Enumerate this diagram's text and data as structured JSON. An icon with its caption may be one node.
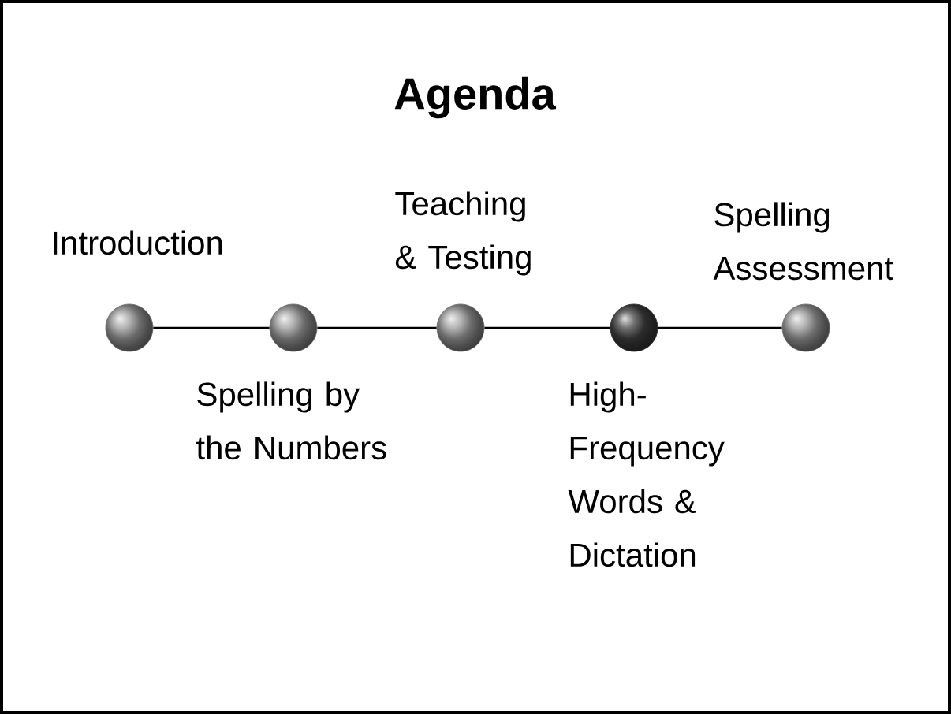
{
  "diagram": {
    "title": "Agenda",
    "nodes": [
      {
        "text": [
          "Introduction"
        ]
      },
      {
        "text": [
          "Spelling by the Numbers"
        ]
      },
      {
        "text": [
          "Teaching & Testing"
        ]
      },
      {
        "text": [
          "High-Frequency Words & Dictation"
        ]
      },
      {
        "text": [
          "Spelling Assessment"
        ]
      }
    ],
    "edges": [
      {
        "from": 0,
        "to": 1,
        "arrow": "none"
      },
      {
        "from": 1,
        "to": 2,
        "arrow": "none"
      },
      {
        "from": 2,
        "to": 3,
        "arrow": "none"
      },
      {
        "from": 3,
        "to": 4,
        "arrow": "none"
      }
    ]
  }
}
